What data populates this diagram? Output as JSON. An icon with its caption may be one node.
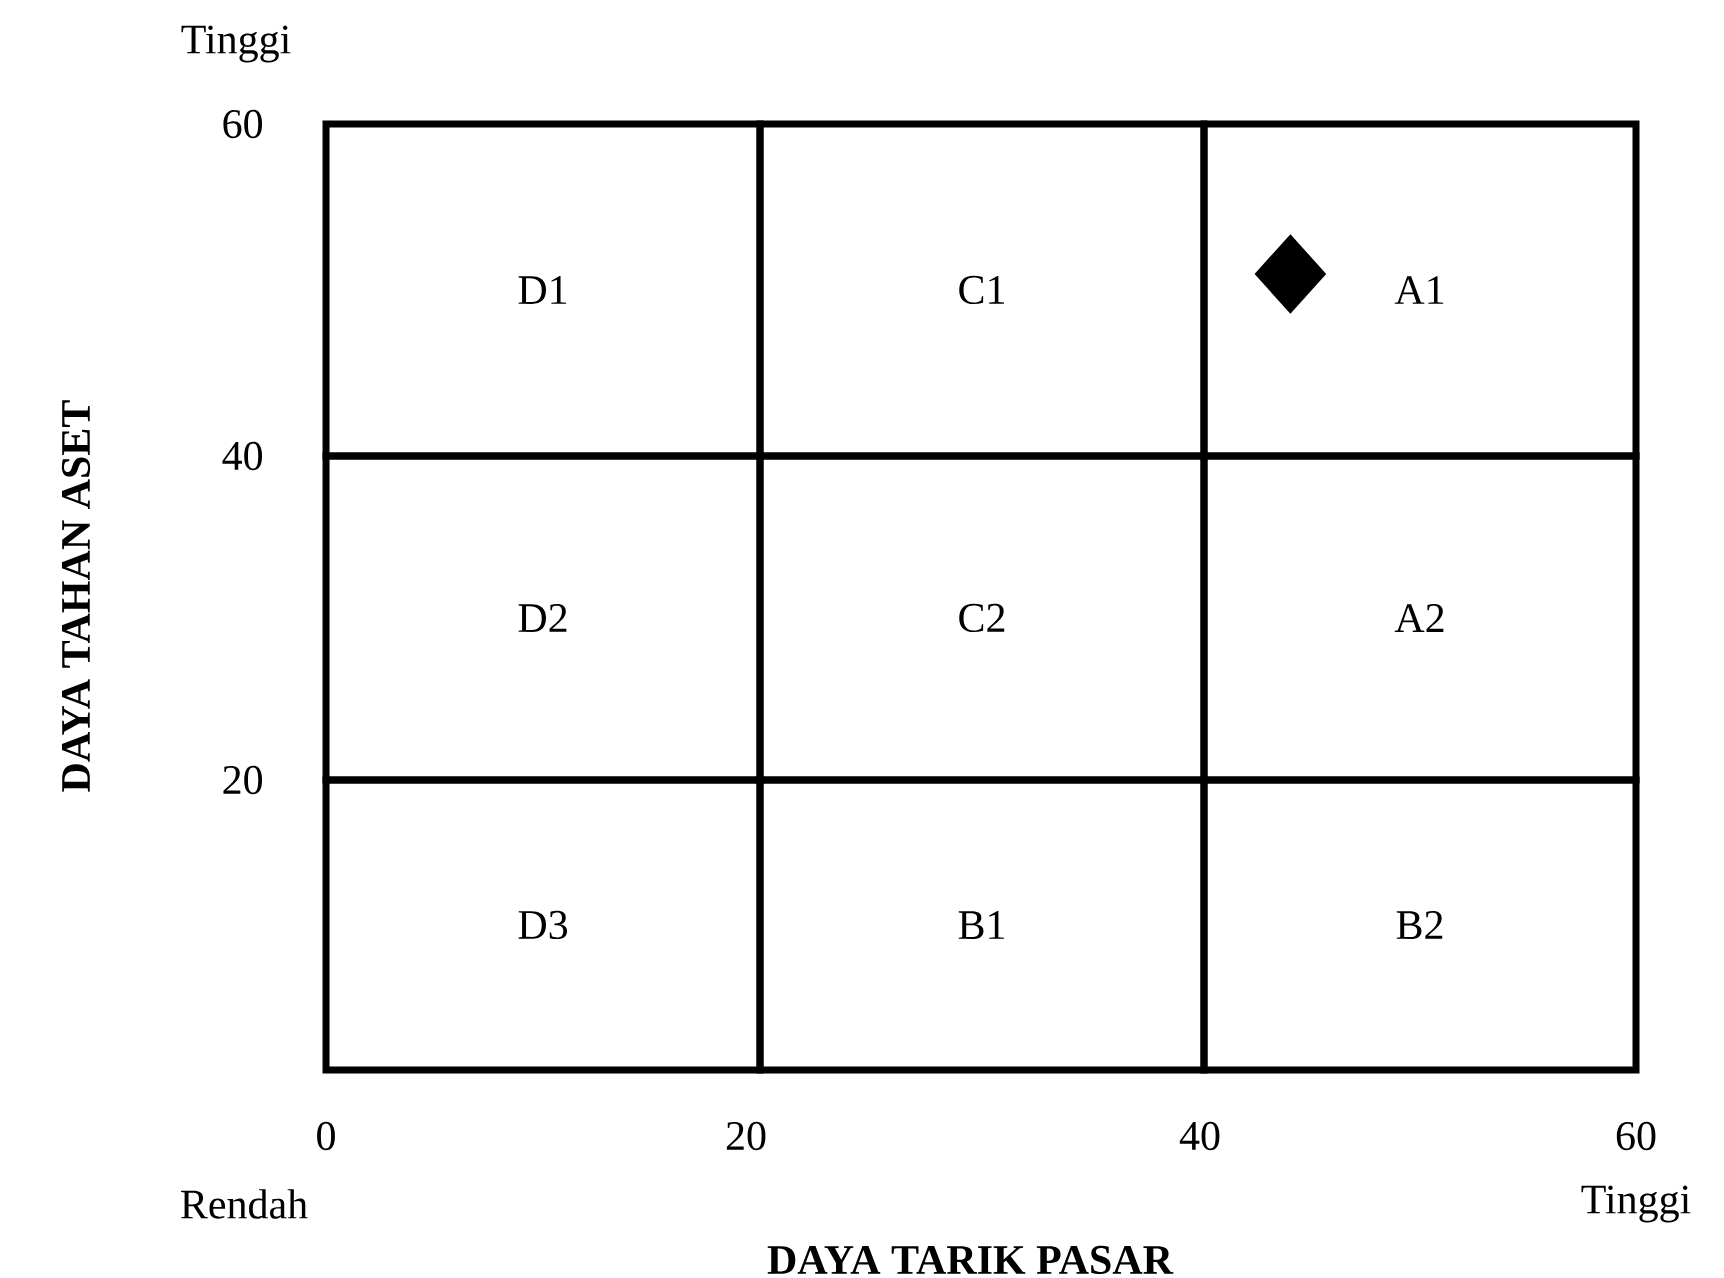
{
  "diagram": {
    "nodes": [
      {
        "text": [
          "D1"
        ]
      },
      {
        "text": [
          "C1"
        ]
      },
      {
        "text": [
          "A1"
        ]
      },
      {
        "text": [
          "D2"
        ]
      },
      {
        "text": [
          "C2"
        ]
      },
      {
        "text": [
          "A2"
        ]
      },
      {
        "text": [
          "D3"
        ]
      },
      {
        "text": [
          "B1"
        ]
      },
      {
        "text": [
          "B2"
        ]
      },
      {
        "text": [],
        "shape": "diamond",
        "in": 2
      }
    ],
    "labels": [
      "Tinggi",
      "60",
      "40",
      "DAYA TAHAN ASET",
      "20",
      "0",
      "20",
      "40",
      "60",
      "Rendah",
      "Tinggi",
      "DAYA TARIK PASAR"
    ]
  }
}
